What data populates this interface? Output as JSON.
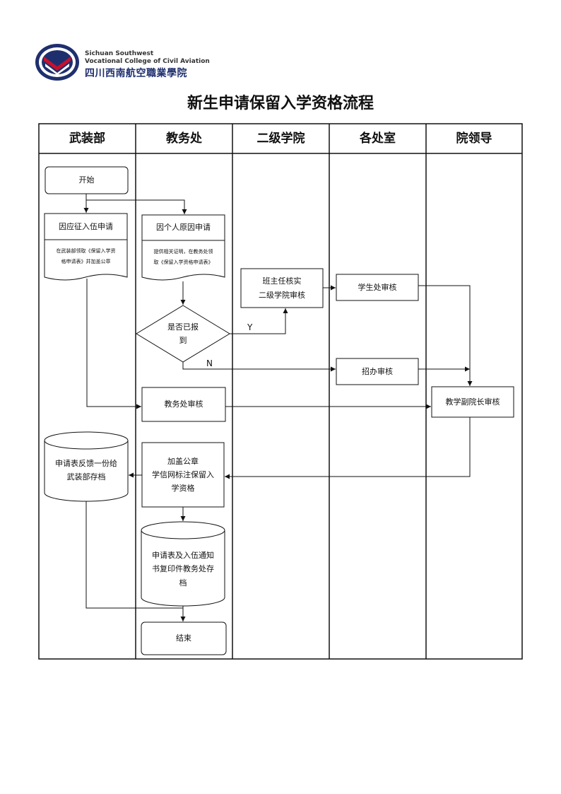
{
  "header": {
    "logo_en_line1": "Sichuan Southwest",
    "logo_en_line2": "Vocational College of Civil Aviation",
    "logo_cn": "四川西南航空職業學院"
  },
  "title": "新生申请保留入学资格流程",
  "lanes": [
    "武装部",
    "教务处",
    "二级学院",
    "各处室",
    "院领导"
  ],
  "nodes": {
    "start": "开始",
    "military_apply": "因应征入伍申请",
    "military_note": [
      "在武装部领取《保留入学资",
      "格申请表》并加盖公章"
    ],
    "personal_apply": "因个人原因申请",
    "personal_note": [
      "提供相关证明，在教务处领",
      "取《保留入学资格申请表》"
    ],
    "decision": [
      "是否已报",
      "到"
    ],
    "teacher_verify": [
      "班主任核实",
      "二级学院审核"
    ],
    "student_affairs": "学生处审核",
    "admissions": "招办审核",
    "academic_review": "教务处审核",
    "vice_president": "教学副院长审核",
    "stamp": [
      "加盖公章",
      "学信网标注保留入",
      "学资格"
    ],
    "feedback_archive": [
      "申请表反馈一份给",
      "武装部存档"
    ],
    "academic_archive": [
      "申请表及入伍通知",
      "书复印件教务处存",
      "档"
    ],
    "end": "结束"
  },
  "edge_labels": {
    "yes": "Y",
    "no": "N"
  }
}
